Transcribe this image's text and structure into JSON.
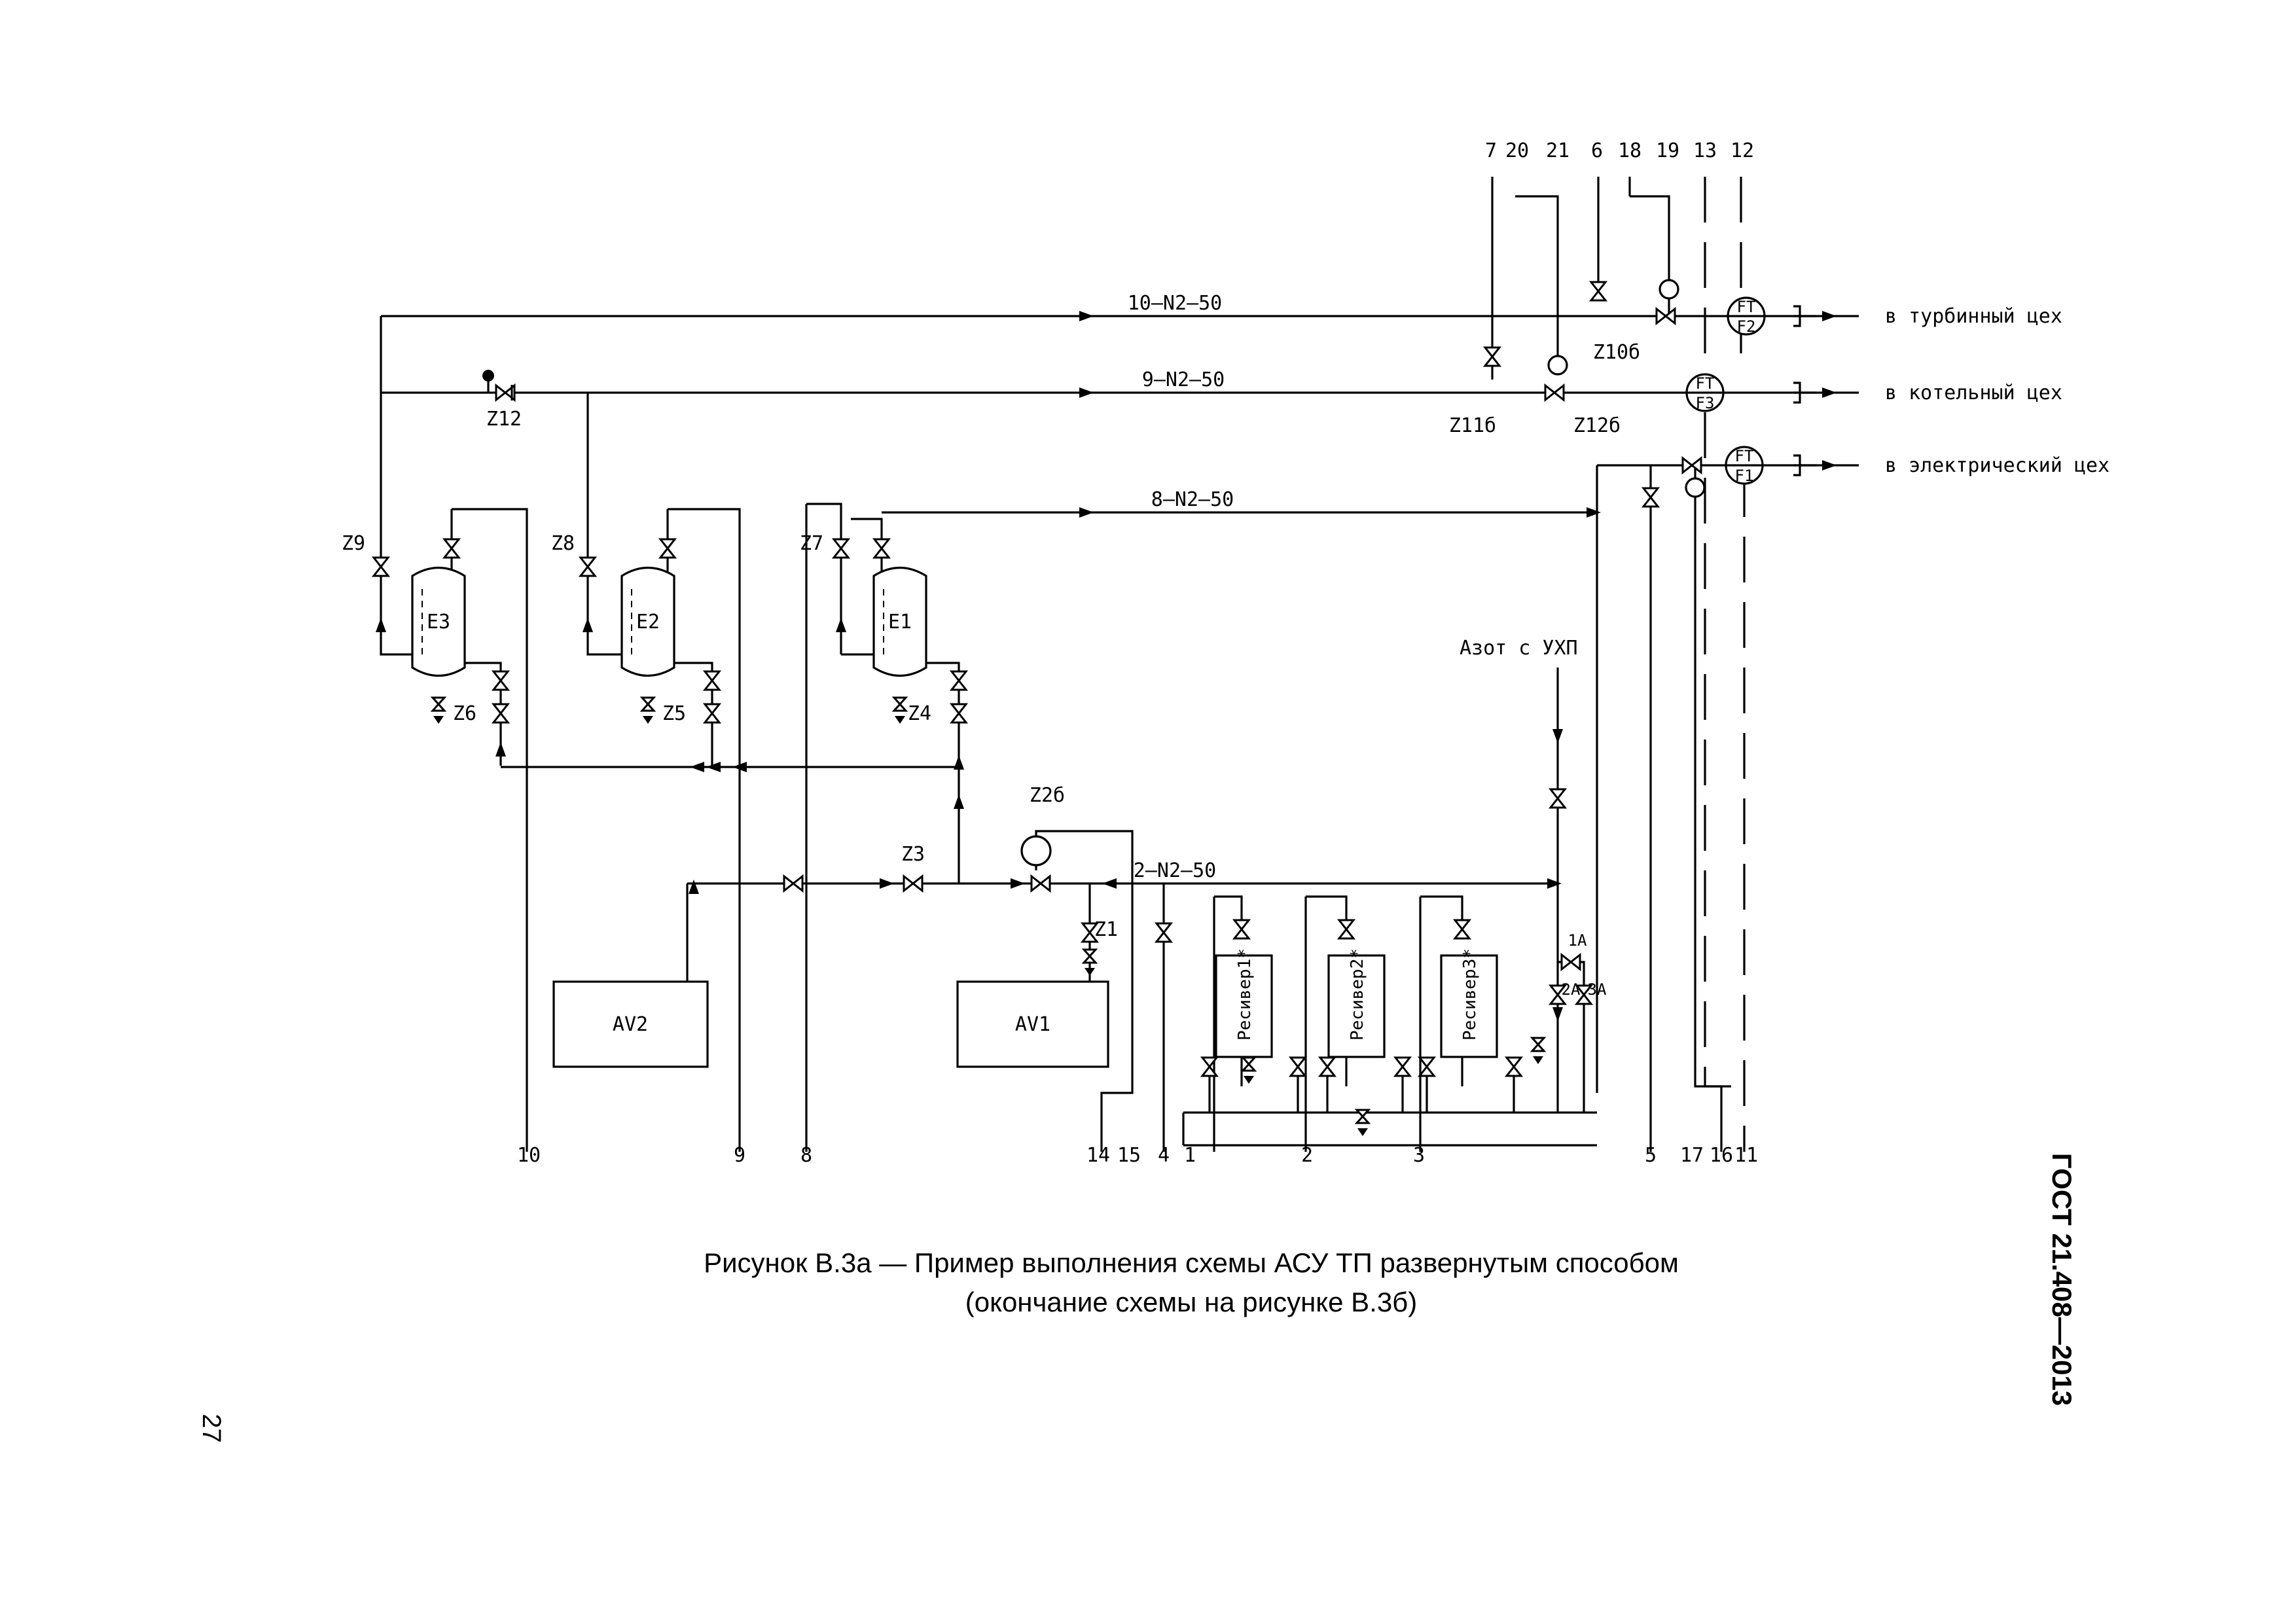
{
  "document": {
    "standard_code": "ГОСТ 21.408—2013",
    "page_number": "27",
    "caption_line1": "Рисунок В.3а — Пример выполнения схемы АСУ ТП развернутым способом",
    "caption_line2": "(окончание схемы на рисунке В.3б)"
  },
  "diagram": {
    "top_numbers": [
      "7",
      "20",
      "21",
      "6",
      "18",
      "19",
      "13",
      "12"
    ],
    "bottom_numbers": [
      "10",
      "9",
      "8",
      "14",
      "15",
      "4",
      "1",
      "2",
      "3",
      "5",
      "17",
      "16",
      "11"
    ],
    "pipe_labels": [
      "10–N2–50",
      "9–N2–50",
      "8–N2–50",
      "2–N2–50"
    ],
    "destinations": [
      "в турбинный цех",
      "в котельный цех",
      "в электрический цех"
    ],
    "source_label": "Азот с  УХП",
    "valve_labels": [
      "Z9",
      "Z8",
      "Z7",
      "Z6",
      "Z5",
      "Z4",
      "Z3",
      "Z2б",
      "Z1",
      "Z12",
      "Z10б",
      "Z11б",
      "Z12б",
      "1А",
      "2А",
      "3А"
    ],
    "instruments": [
      {
        "top": "FT",
        "bottom": "F2"
      },
      {
        "top": "FT",
        "bottom": "F3"
      },
      {
        "top": "FT",
        "bottom": "F1"
      }
    ],
    "vessels": [
      "Е3",
      "Е2",
      "Е1"
    ],
    "receivers": [
      "Ресивер1*",
      "Ресивер2*",
      "Ресивер3*"
    ],
    "units": [
      "AV2",
      "AV1"
    ]
  }
}
